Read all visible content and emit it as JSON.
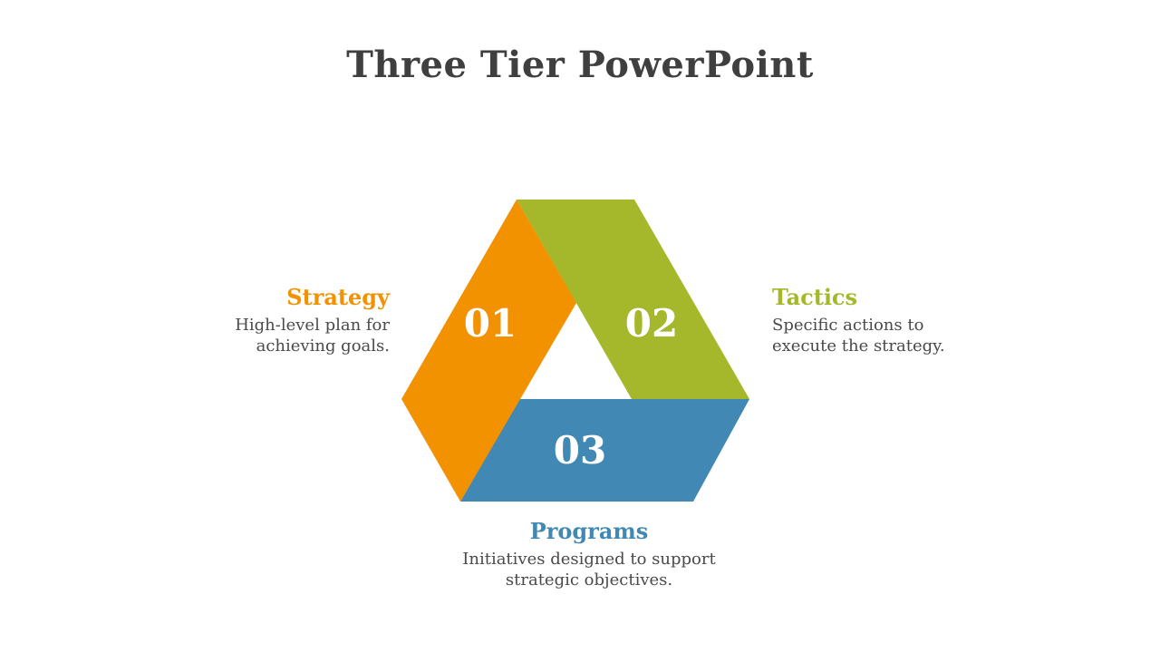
{
  "title": "Three Tier PowerPoint",
  "colors": {
    "strategy": "#F39200",
    "tactics": "#A5B82B",
    "programs": "#4189B4",
    "title": "#3F3F3F",
    "body_text": "#4A4A4A"
  },
  "tiers": [
    {
      "number": "01",
      "heading": "Strategy",
      "description_lines": [
        "High-level plan for",
        "achieving goals."
      ]
    },
    {
      "number": "02",
      "heading": "Tactics",
      "description_lines": [
        "Specific actions to",
        "execute the strategy."
      ]
    },
    {
      "number": "03",
      "heading": "Programs",
      "description_lines": [
        "Initiatives designed to support",
        "strategic objectives."
      ]
    }
  ]
}
